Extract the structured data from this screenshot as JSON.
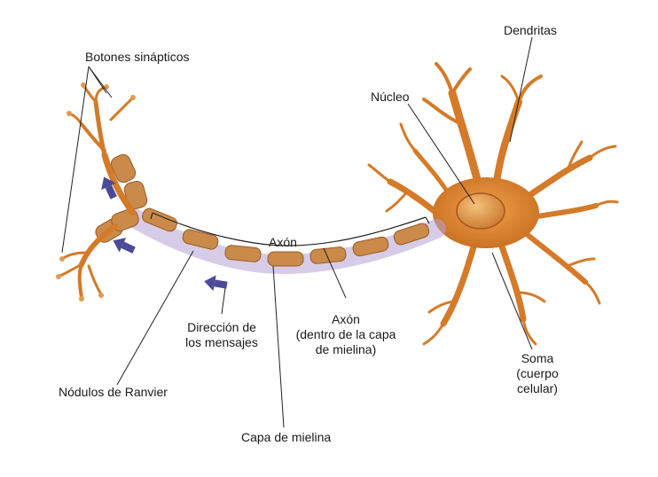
{
  "labels": {
    "dendritas": "Dendritas",
    "nucleo": "Núcleo",
    "botones": "Botones sinápticos",
    "axon_top": "Axón",
    "direccion_1": "Dirección de",
    "direccion_2": "los mensajes",
    "axon_inner_1": "Axón",
    "axon_inner_2": "(dentro de la capa",
    "axon_inner_3": "de mielina)",
    "soma_1": "Soma",
    "soma_2": "(cuerpo",
    "soma_3": "celular)",
    "nodulos": "Nódulos de Ranvier",
    "capa": "Capa de mielina"
  },
  "colors": {
    "neuron": "#d9822b",
    "neuron_dark": "#a8561a",
    "myelin": "#c98a4a",
    "myelin_sheath": "#b7a3d6",
    "arrow": "#4b4a96",
    "line": "#222222"
  }
}
